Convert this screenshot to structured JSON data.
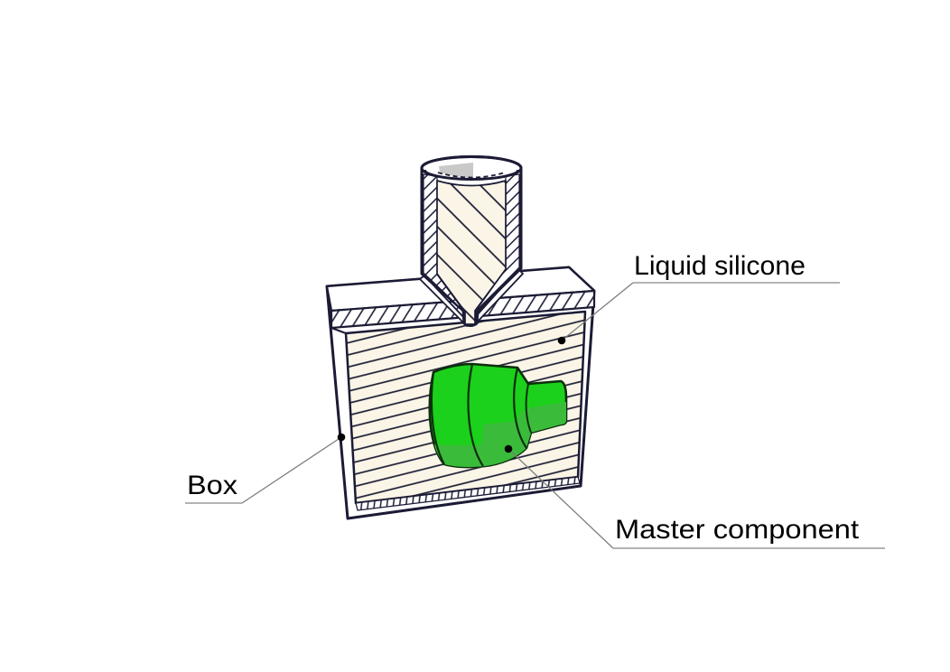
{
  "figure": {
    "labels": {
      "liquid_silicone": "Liquid silicone",
      "box": "Box",
      "master_component": "Master component"
    },
    "colors": {
      "outline": "#1b1b35",
      "hatch_line": "#1b1b35",
      "silicone_fill": "#faf5e6",
      "component_green": "#1bd11b",
      "component_green_shade": "#3abc3a",
      "liquid_surface_gray": "#c9c9c9",
      "leader_line_gray": "#7d7d7d",
      "underline_gray": "#9a9a9a",
      "label_text": "#000000",
      "background": "#ffffff"
    }
  }
}
